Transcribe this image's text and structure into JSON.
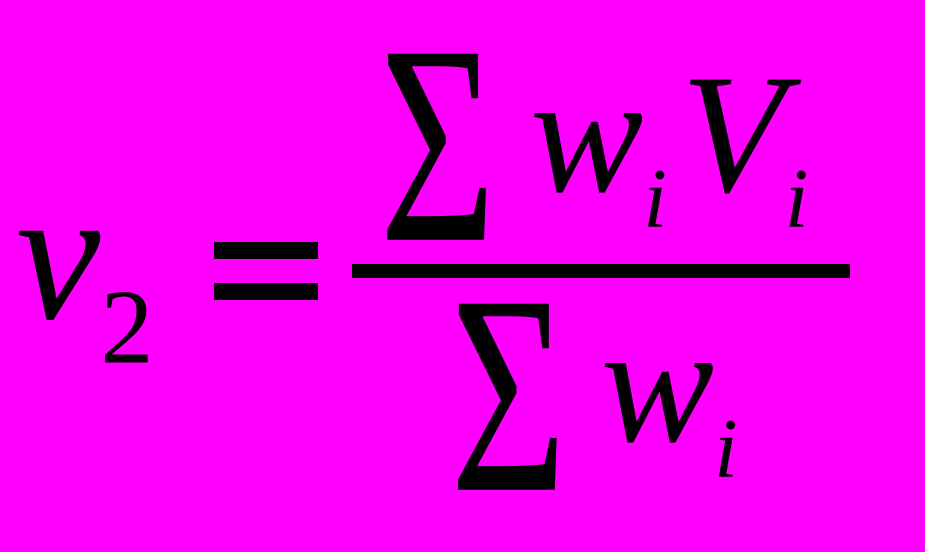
{
  "colors": {
    "background": "#FF00FF",
    "ink": "#000000"
  },
  "formula": {
    "lhs": {
      "base": "v",
      "subscript": "2"
    },
    "relation": "=",
    "fraction": {
      "numerator": {
        "operator": "Σ",
        "terms": [
          {
            "base": "w",
            "subscript": "i"
          },
          {
            "base": "V",
            "subscript": "i"
          }
        ]
      },
      "denominator": {
        "operator": "Σ",
        "terms": [
          {
            "base": "w",
            "subscript": "i"
          }
        ]
      }
    }
  }
}
